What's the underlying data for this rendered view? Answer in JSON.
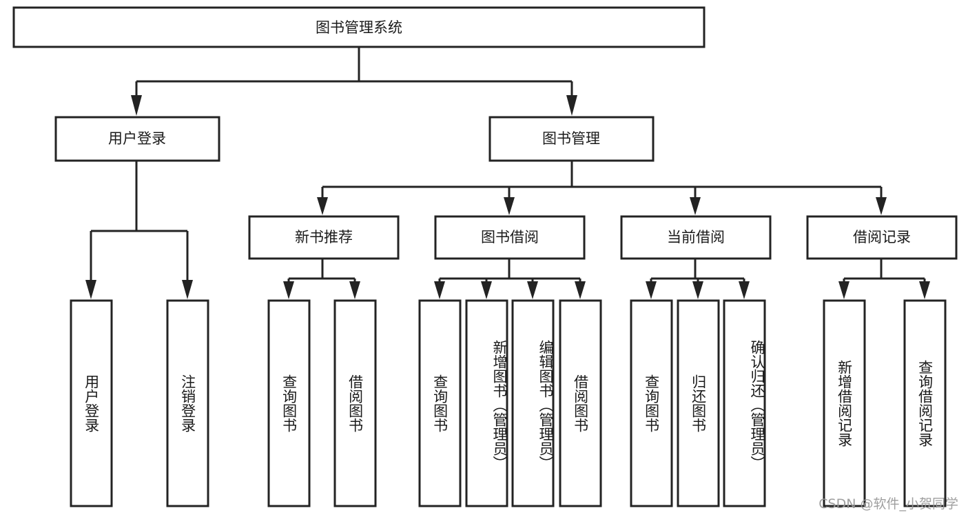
{
  "diagram": {
    "type": "tree-hierarchy-chart",
    "title": "图书管理系统",
    "orientation": "top-down",
    "box_fill": "#ffffff",
    "box_stroke": "#232323",
    "text_color": "#1a1a1a"
  },
  "root": {
    "label": "图书管理系统"
  },
  "level1": [
    {
      "label": "用户登录"
    },
    {
      "label": "图书管理"
    }
  ],
  "level2": [
    {
      "label": "新书推荐"
    },
    {
      "label": "图书借阅"
    },
    {
      "label": "当前借阅"
    },
    {
      "label": "借阅记录"
    }
  ],
  "leaves": {
    "user_login": [
      {
        "label": "用户登录"
      },
      {
        "label": "注销登录"
      }
    ],
    "new_book_recommend": [
      {
        "label": "查询图书"
      },
      {
        "label": "借阅图书"
      }
    ],
    "book_borrow": [
      {
        "label": "查询图书"
      },
      {
        "label": "新增图书（管理员）"
      },
      {
        "label": "编辑图书（管理员）"
      },
      {
        "label": "借阅图书"
      }
    ],
    "current_borrow": [
      {
        "label": "查询图书"
      },
      {
        "label": "归还图书"
      },
      {
        "label": "确认归还（管理员）"
      }
    ],
    "borrow_record": [
      {
        "label": "新增借阅记录"
      },
      {
        "label": "查询借阅记录"
      }
    ]
  },
  "watermark": {
    "text": "CSDN @软件_小贺同学"
  }
}
